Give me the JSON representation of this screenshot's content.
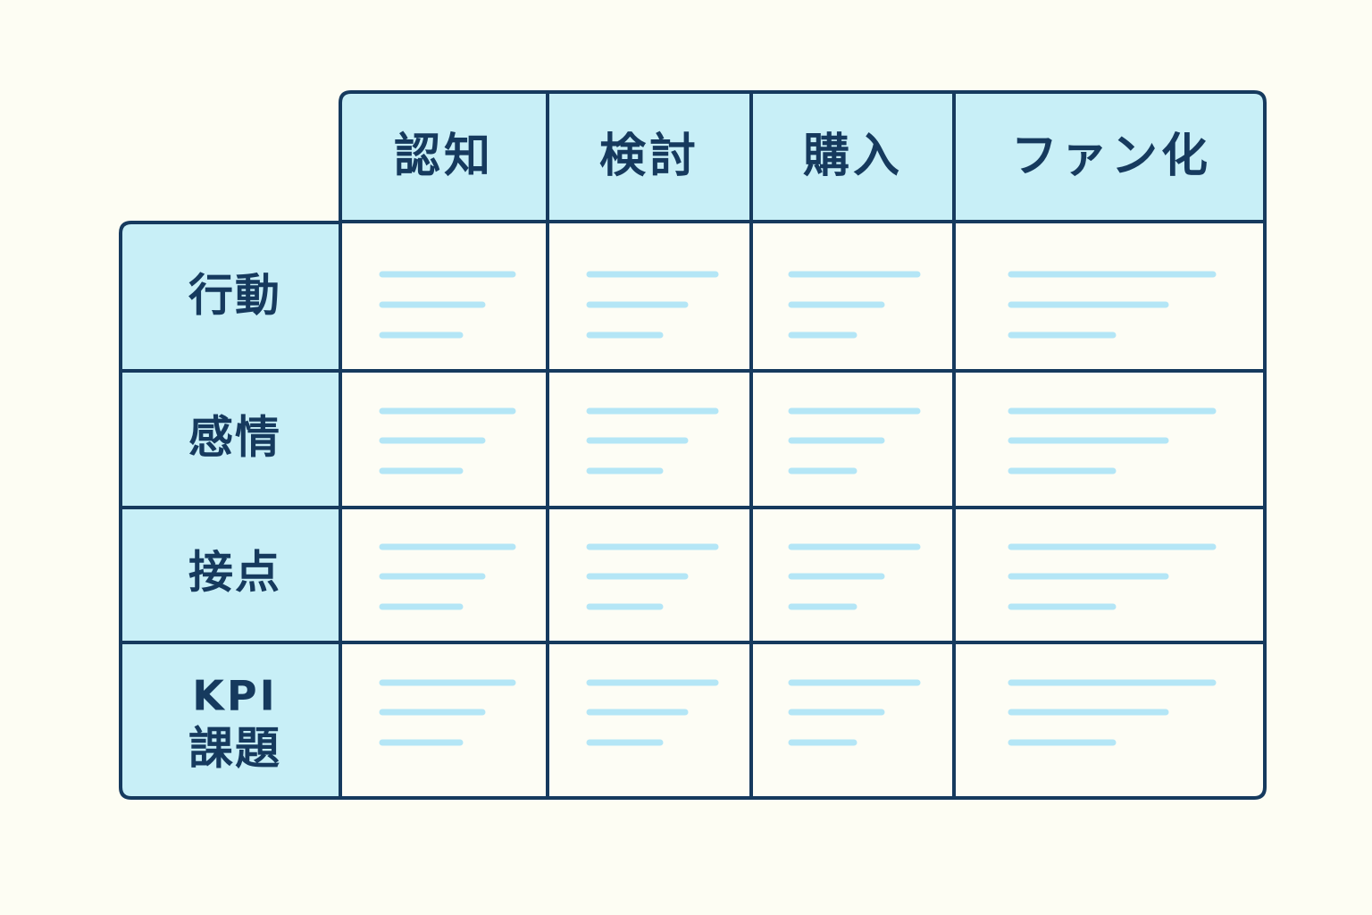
{
  "diagram": {
    "columns": [
      {
        "label": "認知"
      },
      {
        "label": "検討"
      },
      {
        "label": "購入"
      },
      {
        "label": "ファン化"
      }
    ],
    "rows": [
      {
        "label": "行動",
        "label_lines": [
          "行動"
        ]
      },
      {
        "label": "感情",
        "label_lines": [
          "感情"
        ]
      },
      {
        "label": "接点",
        "label_lines": [
          "接点"
        ]
      },
      {
        "label": "KPI 課題",
        "label_lines": [
          "KPI",
          "課題"
        ]
      }
    ],
    "cell_placeholder_lines": 3,
    "colors": {
      "background": "#fdfdf3",
      "header_fill": "#c8eff7",
      "cell_fill": "#fdfdf5",
      "border": "#163a5e",
      "text": "#163a5e",
      "placeholder_line": "#b4e6f6"
    }
  }
}
